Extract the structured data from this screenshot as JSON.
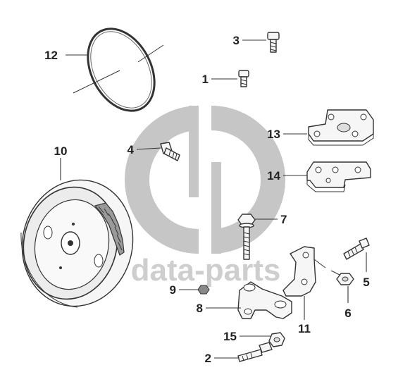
{
  "watermark": {
    "text": "data-parts",
    "logo_color": "#b8b8b8"
  },
  "callouts": [
    "1",
    "2",
    "3",
    "4",
    "5",
    "6",
    "7",
    "8",
    "9",
    "10",
    "11",
    "12",
    "13",
    "14",
    "15"
  ],
  "colors": {
    "line": "#333333",
    "text": "#222222",
    "fill": "#f6f6f6"
  }
}
